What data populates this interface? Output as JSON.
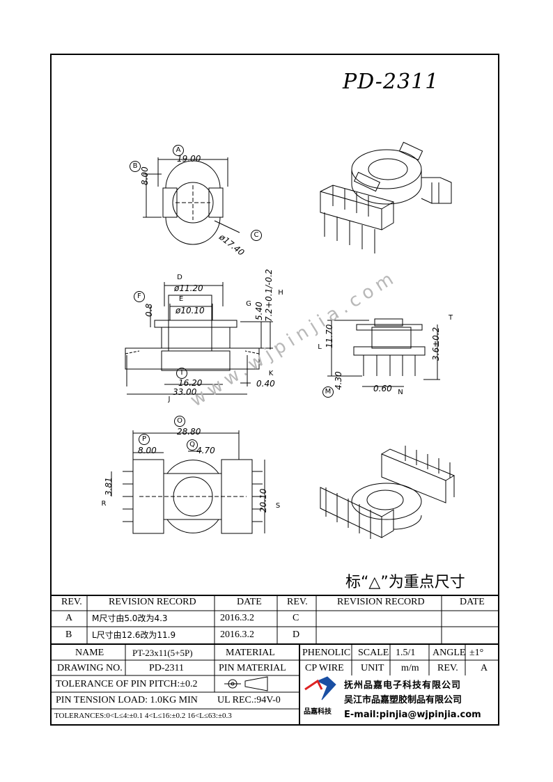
{
  "drawing_title": "PD-2311",
  "watermark": "www.wjpinjia.com",
  "key_note": "标“△”为重点尺寸",
  "callouts": [
    "A",
    "B",
    "C",
    "D",
    "E",
    "F",
    "G",
    "H",
    "I",
    "J",
    "K",
    "L",
    "M",
    "N",
    "O",
    "P",
    "Q",
    "R",
    "S",
    "T"
  ],
  "dimensions": {
    "a": "19.00",
    "b": "8.00",
    "c": "ø17.40",
    "d": "ø11.20",
    "e": "ø10.10",
    "f": "0.8",
    "g": "5.40",
    "h": "7.2+0.1/-0.2",
    "i": "16.20",
    "j": "33.00",
    "k": "0.40",
    "l": "11.70",
    "m": "4.30",
    "n": "0.60",
    "t": "3.6±0.2",
    "o": "28.80",
    "p": "8.00",
    "q": "4.70",
    "r": "3.81",
    "s": "20.10"
  },
  "revision_table": {
    "headers": [
      "REV.",
      "REVISION RECORD",
      "DATE",
      "REV.",
      "REVISION RECORD",
      "DATE"
    ],
    "rows": [
      {
        "rev": "A",
        "record": "M尺寸由5.0改为4.3",
        "date": "2016.3.2",
        "rev2": "C"
      },
      {
        "rev": "B",
        "record": "L尺寸由12.6改为11.9",
        "date": "2016.3.2",
        "rev2": "D"
      }
    ]
  },
  "info": {
    "name_label": "NAME",
    "name_value": "PT-23x11(5+5P)",
    "material_label": "MATERIAL",
    "material_value": "PHENOLIC",
    "scale_label": "SCALE",
    "scale_value": "1.5/1",
    "angle_label": "ANGLE",
    "angle_value": "±1°",
    "drawing_no_label": "DRAWING NO.",
    "drawing_no_value": "PD-2311",
    "pin_material_label": "PIN MATERIAL",
    "pin_material_value": "CP WIRE",
    "unit_label": "UNIT",
    "unit_value": "m/m",
    "rev_label": "REV.",
    "rev_value": "A",
    "pin_pitch": "TOLERANCE OF PIN PITCH:±0.2",
    "pin_tension": "PIN TENSION LOAD: 1.0KG  MIN",
    "ul_rec": "UL REC.:94V-0",
    "tolerances": "TOLERANCES:0<L≤4:±0.1 4<L≤16:±0.2 16<L≤63:±0.3"
  },
  "company": {
    "logo_text": "品嘉科技",
    "name1": "抚州品嘉电子科技有限公司",
    "name2": "吴江市品嘉塑胶制品有限公司",
    "email": "E-mail:pinjia@wjpinjia.com"
  }
}
